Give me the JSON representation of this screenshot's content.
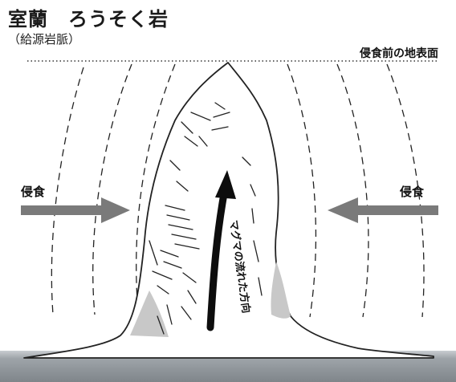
{
  "title": "室蘭　ろうそく岩",
  "subtitle": "（給源岩脈）",
  "labels": {
    "ancient_surface": "侵食前の地表面",
    "erosion_left": "侵食",
    "erosion_right": "侵食",
    "magma_flow": "マグマの流れた方向"
  },
  "colors": {
    "ground": "#8e9499",
    "arrow_gray": "#7a7a7a",
    "rock_outline": "#222222",
    "shadow": "#c8c8c8"
  }
}
